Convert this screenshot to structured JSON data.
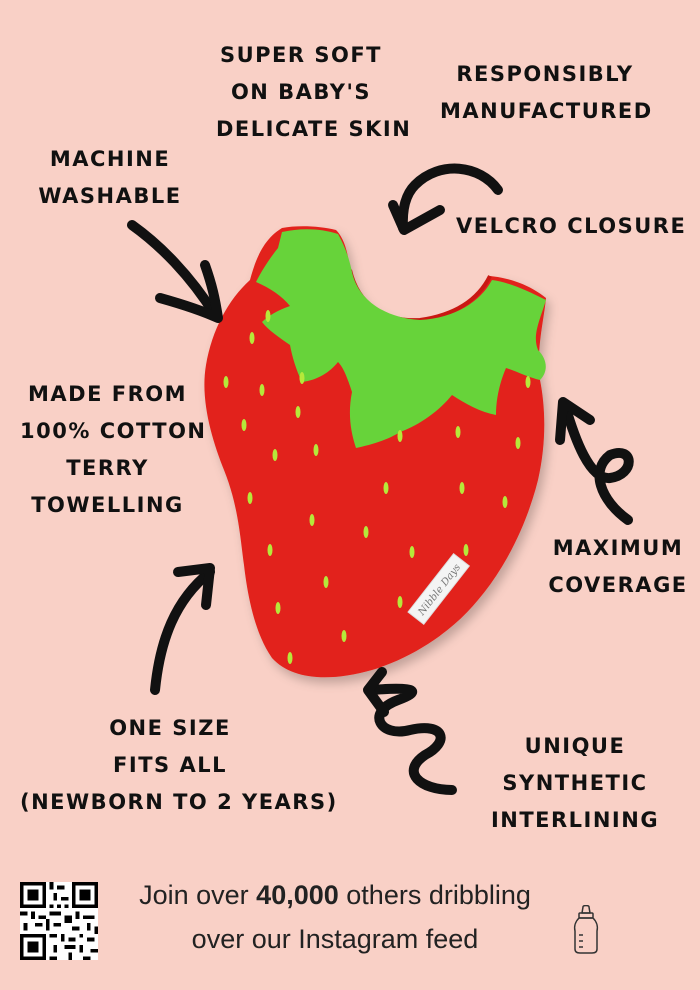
{
  "features": {
    "soft": [
      "SUPER SOFT",
      "ON BABY'S",
      "DELICATE SKIN"
    ],
    "responsible": [
      "RESPONSIBLY",
      "MANUFACTURED"
    ],
    "washable": [
      "MACHINE",
      "WASHABLE"
    ],
    "velcro": [
      "VELCRO CLOSURE"
    ],
    "cotton": [
      "MADE FROM",
      "100% COTTON",
      "TERRY",
      "TOWELLING"
    ],
    "coverage": [
      "MAXIMUM",
      "COVERAGE"
    ],
    "size": [
      "ONE SIZE",
      "FITS ALL",
      "(NEWBORN TO 2 YEARS)"
    ],
    "interlining": [
      "UNIQUE",
      "SYNTHETIC",
      "INTERLINING"
    ]
  },
  "product": {
    "tag_text": "Nibble Days",
    "colors": {
      "berry": "#e2231a",
      "leaf": "#67d33a",
      "seed": "#b6e83a",
      "background": "#f9d0c6"
    }
  },
  "footer": {
    "line1_pre": "Join over",
    "line1_count": "40,000",
    "line1_post": "others dribbling",
    "line2": "over our Instagram feed",
    "qr_icon": "qr-code-icon",
    "bottle_icon": "baby-bottle-icon"
  }
}
